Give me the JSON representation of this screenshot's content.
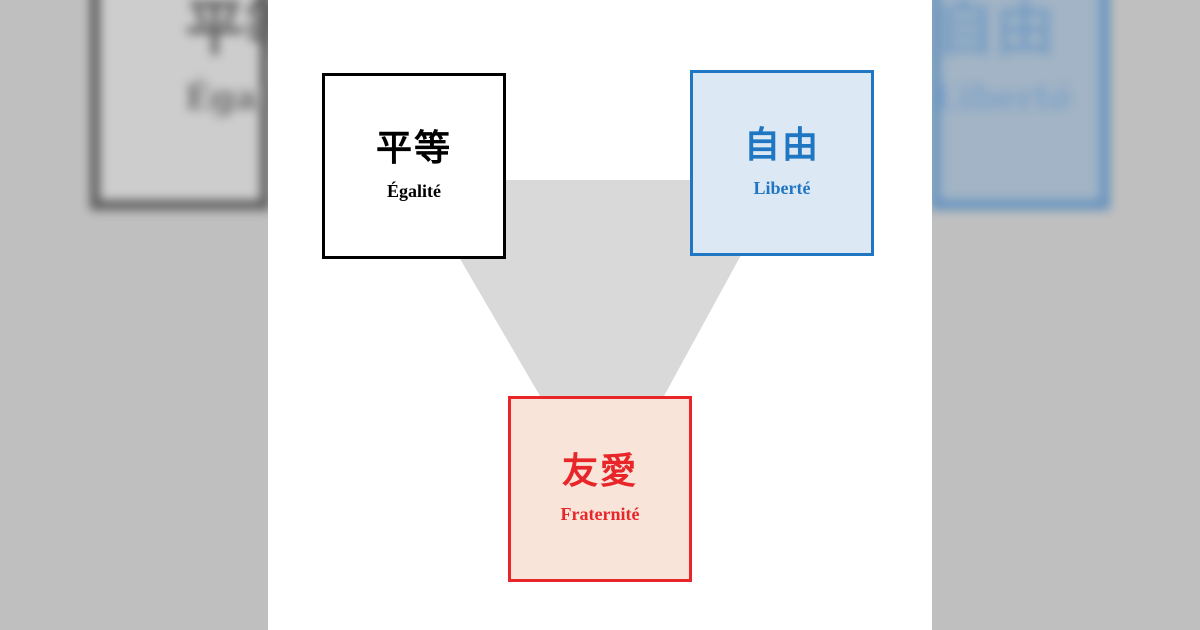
{
  "diagram": {
    "nodes": [
      {
        "id": "egalite",
        "kanji": "平等",
        "latin": "Égalité",
        "border_color": "#000000",
        "fill_color": "#ffffff",
        "text_color": "#000000"
      },
      {
        "id": "liberte",
        "kanji": "自由",
        "latin": "Liberté",
        "border_color": "#1f76c2",
        "fill_color": "#dde8f5",
        "text_color": "#1f76c2"
      },
      {
        "id": "fraternite",
        "kanji": "友愛",
        "latin": "Fraternité",
        "border_color": "#e8262a",
        "fill_color": "#f9e4da",
        "text_color": "#e8262a"
      }
    ],
    "connector_color": "#d9d9d9",
    "background_color": "#bfbfbf",
    "panel_color": "#ffffff"
  }
}
